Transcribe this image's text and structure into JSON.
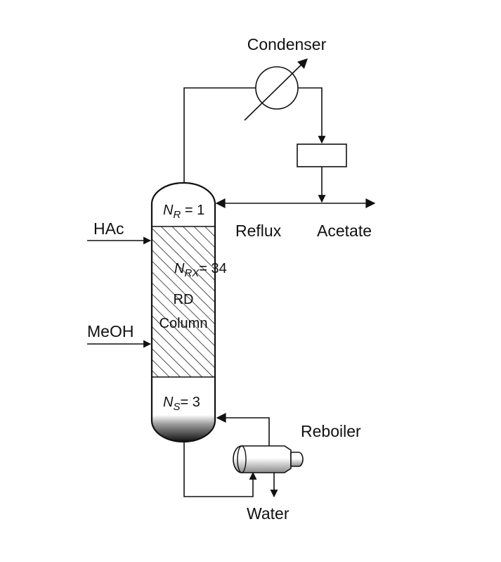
{
  "labels": {
    "condenser": "Condenser",
    "reflux": "Reflux",
    "acetate": "Acetate",
    "hac": "HAc",
    "meoh": "MeOH",
    "reboiler": "Reboiler",
    "water": "Water"
  },
  "column": {
    "top_stage_var": "N",
    "top_stage_sub": "R",
    "top_stage_eq": " = 1",
    "reactive_var": "N",
    "reactive_sub": "RX",
    "reactive_eq": "= 34",
    "rd_line1": "RD",
    "rd_line2": "Column",
    "bottom_var": "N",
    "bottom_sub": "S",
    "bottom_eq": "= 3"
  }
}
